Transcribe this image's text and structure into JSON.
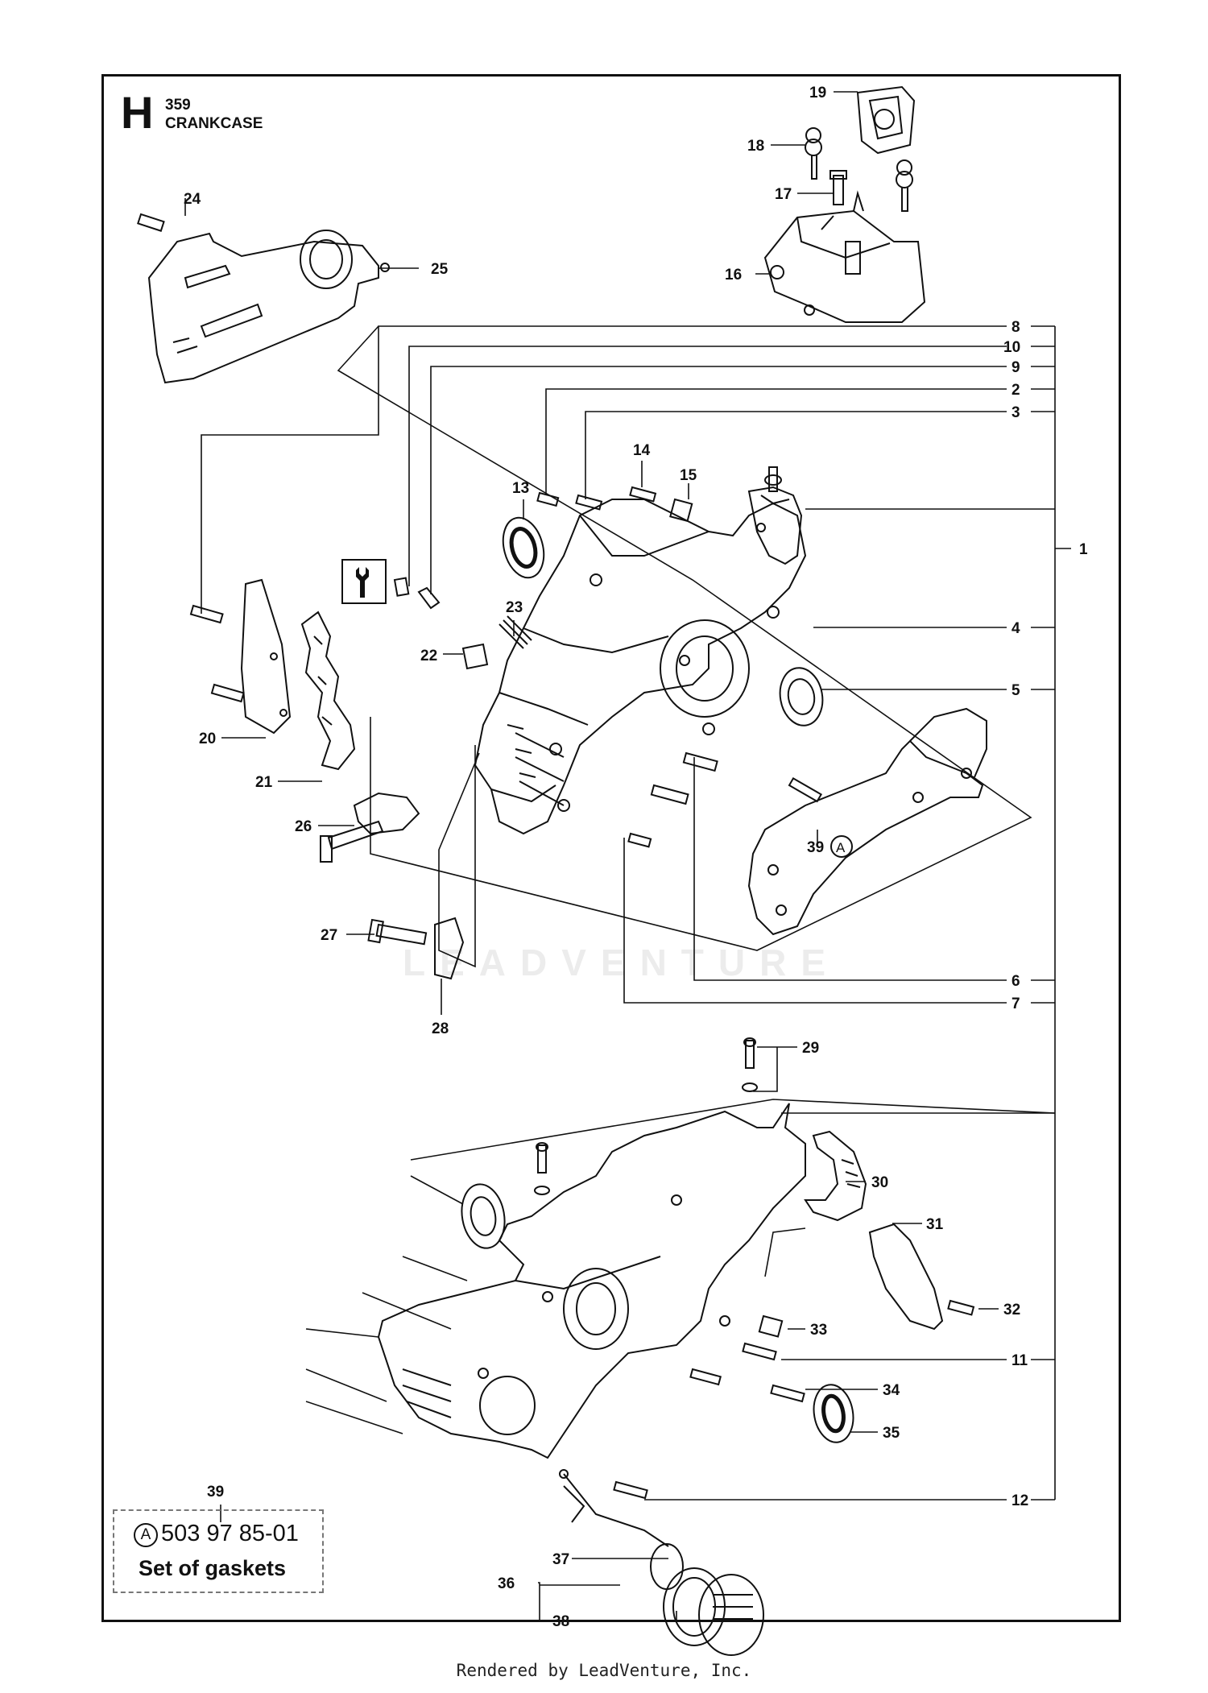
{
  "header": {
    "section": "H",
    "model": "359",
    "title": "CRANKCASE"
  },
  "callouts": [
    "1",
    "2",
    "3",
    "4",
    "5",
    "6",
    "7",
    "8",
    "9",
    "10",
    "11",
    "12",
    "13",
    "14",
    "15",
    "16",
    "17",
    "18",
    "19",
    "20",
    "21",
    "22",
    "23",
    "24",
    "25",
    "26",
    "27",
    "28",
    "29",
    "30",
    "31",
    "32",
    "33",
    "34",
    "35",
    "36",
    "37",
    "38",
    "39"
  ],
  "gasket_callout": {
    "number": "39",
    "marker": "A"
  },
  "kit": {
    "number": "39",
    "marker": "A",
    "part_number": "503 97 85-01",
    "description": "Set of gaskets"
  },
  "watermark": "LEADVENTURE",
  "footer": "Rendered by LeadVenture, Inc.",
  "icons": {
    "tool": "wrench-icon"
  }
}
